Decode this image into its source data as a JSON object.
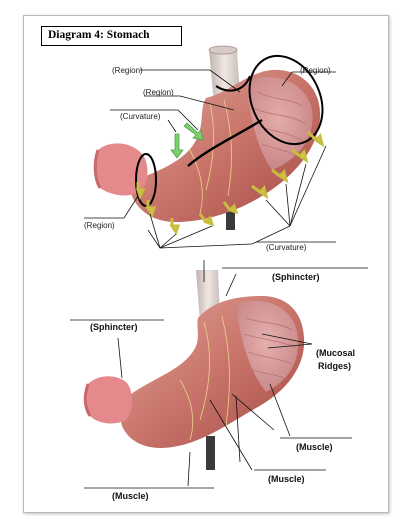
{
  "title": "Diagram 4: Stomach",
  "top_labels": {
    "region_1": "(Region)",
    "region_2": "(Region)",
    "region_3": "(Region)",
    "region_4": "(Region)",
    "curvature_1": "(Curvature)",
    "curvature_2": "(Curvature)"
  },
  "bottom_labels": {
    "sphincter_1": "(Sphincter)",
    "sphincter_2": "(Sphincter)",
    "mucosal_line1": "(Mucosal",
    "mucosal_line2": "Ridges)",
    "muscle_1": "(Muscle)",
    "muscle_2": "(Muscle)",
    "muscle_3": "(Muscle)"
  },
  "colors": {
    "stomach": "#c9756b",
    "stomach_dark": "#a44a45",
    "pylorus": "#e58a8c",
    "esophagus": "#e3d8d2",
    "green_arrow": "#7ccf6f",
    "yellow_arrow": "#f7f08a"
  }
}
